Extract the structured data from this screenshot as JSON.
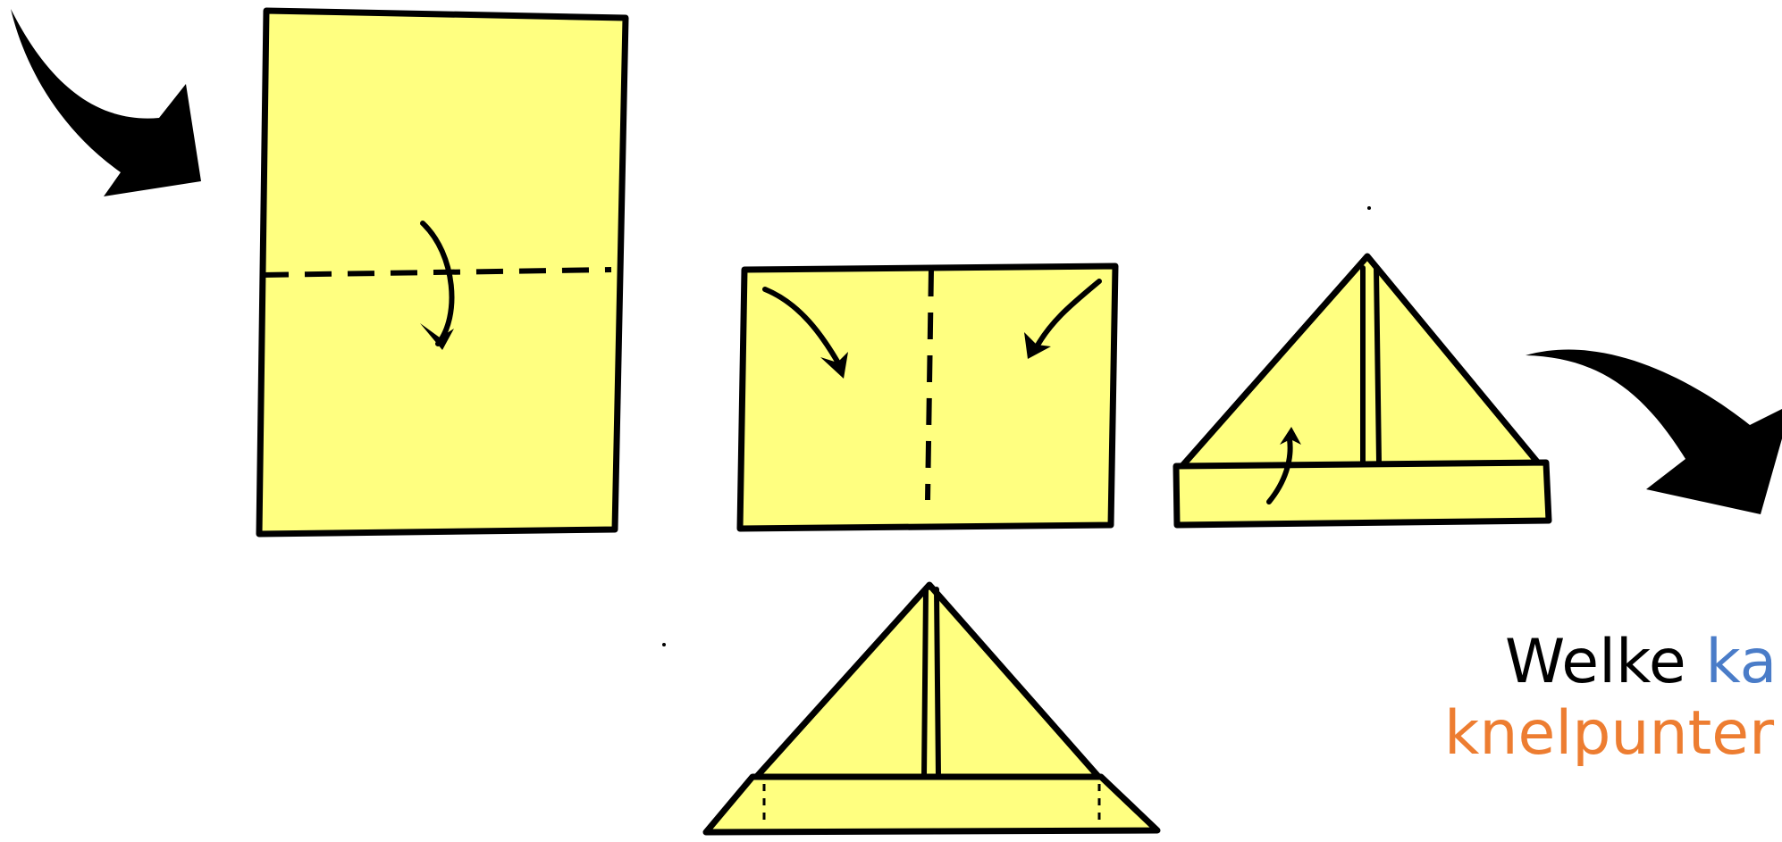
{
  "colors": {
    "paper": "#ffff80",
    "ink": "#000000",
    "caption_black": "#000000",
    "caption_blue": "#4a7cc8",
    "caption_orange": "#ed7d31"
  },
  "icons": {
    "entry_arrow": "curved-arrow-down-right-icon",
    "exit_arrow": "curved-arrow-down-right-icon",
    "fold_down": "curved-arrow-down-icon",
    "fold_left_in": "curved-arrow-down-right-icon",
    "fold_right_in": "curved-arrow-down-left-icon",
    "fold_up": "curved-arrow-up-icon"
  },
  "caption": {
    "line1_word1": "Welke ",
    "line1_word2": "ka",
    "line2": "knelpunter"
  }
}
